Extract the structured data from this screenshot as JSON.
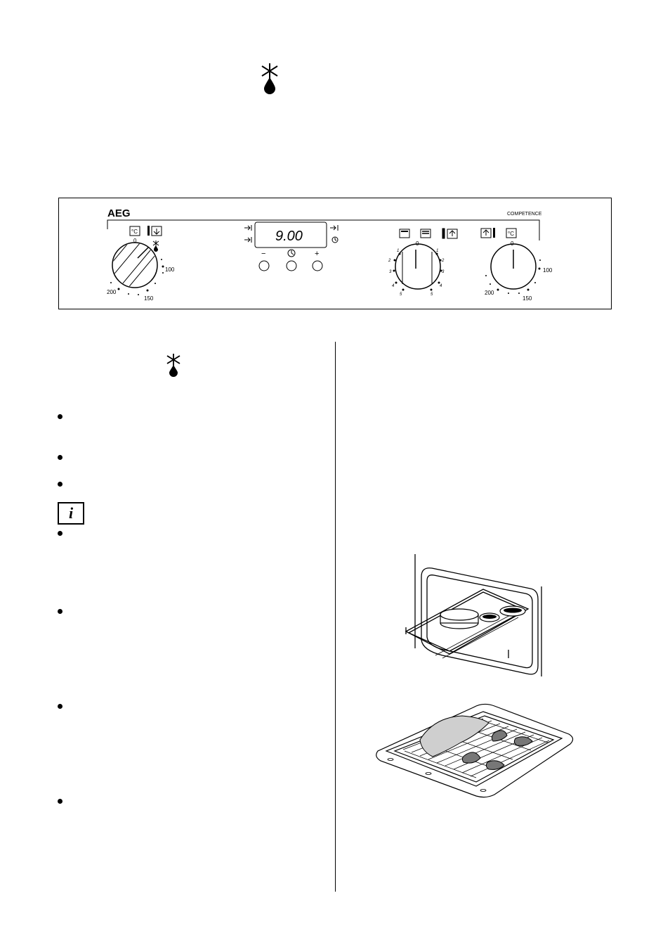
{
  "icons": {
    "defrost_symbol": "defrost-icon",
    "info_symbol": "info-icon"
  },
  "panel": {
    "brand": "AEG",
    "model": "COMPETENCE",
    "display_time": "9.00",
    "left_knob": {
      "label_top": "0",
      "label_right": "100",
      "label_bottom": "150",
      "label_left": "200"
    },
    "timer_buttons": {
      "minus": "−",
      "plus": "+"
    },
    "grill_knob": {
      "label_top": "0",
      "left_scale": [
        "1",
        "2",
        "3",
        "4",
        "5"
      ],
      "right_scale": [
        "1",
        "2",
        "3",
        "4",
        "5"
      ]
    },
    "right_knob": {
      "label_top": "0",
      "label_right": "100",
      "label_bottom": "150",
      "label_left": "200"
    },
    "temp_symbol": "°C"
  },
  "info_box": {
    "letter": "i"
  },
  "colors": {
    "ink": "#000000",
    "panel_border": "#000000",
    "paper": "#ffffff"
  }
}
